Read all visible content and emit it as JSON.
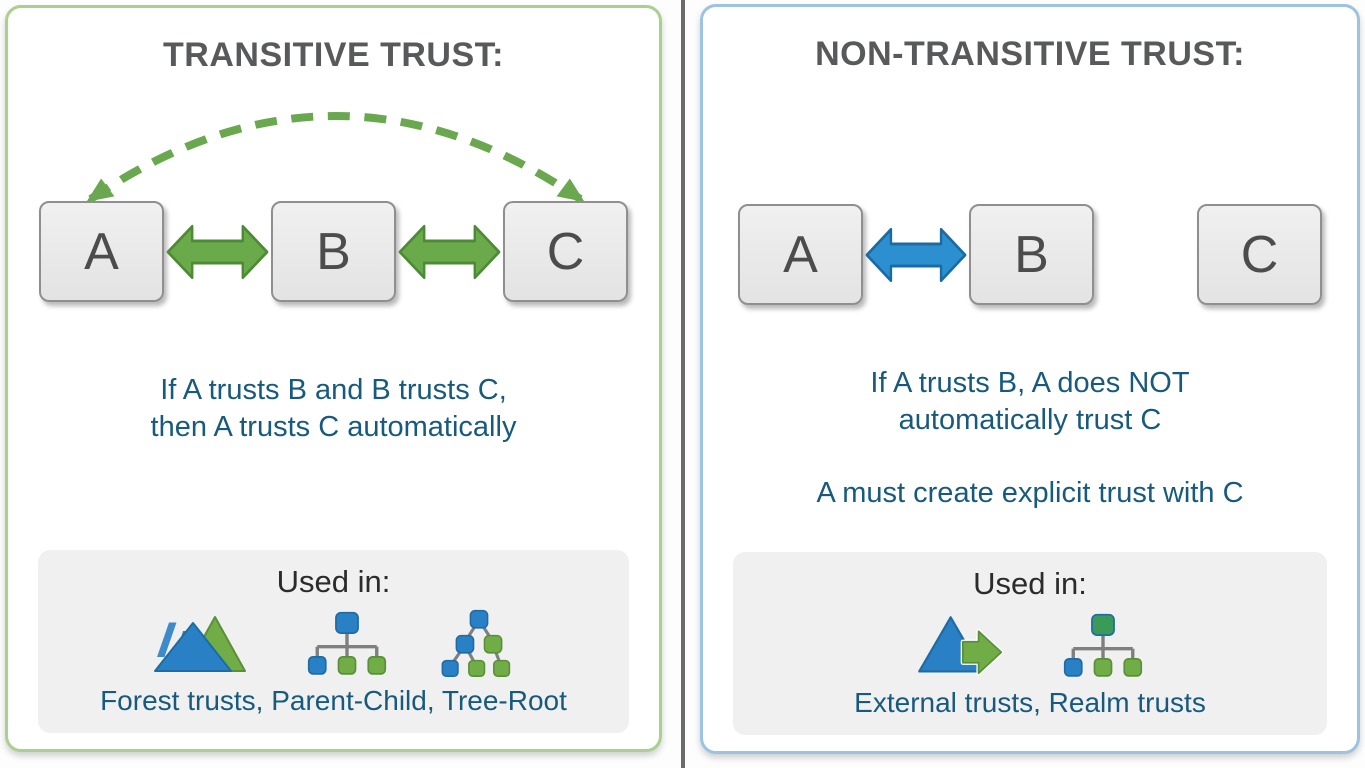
{
  "colors": {
    "left_accent_border": "#a9d18e",
    "right_accent_border": "#9cc3e0",
    "divider": "#6b6b6b",
    "title_text": "#58595b",
    "body_text": "#175a7e",
    "green_arrow_fill": "#6aaa4b",
    "green_arrow_stroke": "#4c8a33",
    "blue_arrow_fill": "#2b8fd0",
    "blue_arrow_stroke": "#1b6ba3",
    "node_box_fill": "#e9e9e9",
    "node_box_border": "#8f8f8f",
    "icon_blue": "#2980c4",
    "icon_green": "#70ad47",
    "used_in_box": "#f0f0f0"
  },
  "panels": {
    "left": {
      "title": "TRANSITIVE TRUST:",
      "nodes": [
        "A",
        "B",
        "C"
      ],
      "description_line1": "If A trusts B and B trusts C,",
      "description_line2": "then A trusts C automatically",
      "used_in_label": "Used in:",
      "used_in_icons": [
        "forest-trust-icon",
        "parent-child-hierarchy-icon",
        "tree-root-icon"
      ],
      "used_in_caption": "Forest trusts, Parent-Child, Tree-Root"
    },
    "right": {
      "title": "NON-TRANSITIVE TRUST:",
      "nodes": [
        "A",
        "B",
        "C"
      ],
      "description_line1": "If A trusts B, A does NOT",
      "description_line2": "automatically trust C",
      "description_line3": "A must create explicit trust with C",
      "used_in_label": "Used in:",
      "used_in_icons": [
        "external-trust-icon",
        "realm-hierarchy-icon"
      ],
      "used_in_caption": "External trusts, Realm trusts"
    }
  }
}
